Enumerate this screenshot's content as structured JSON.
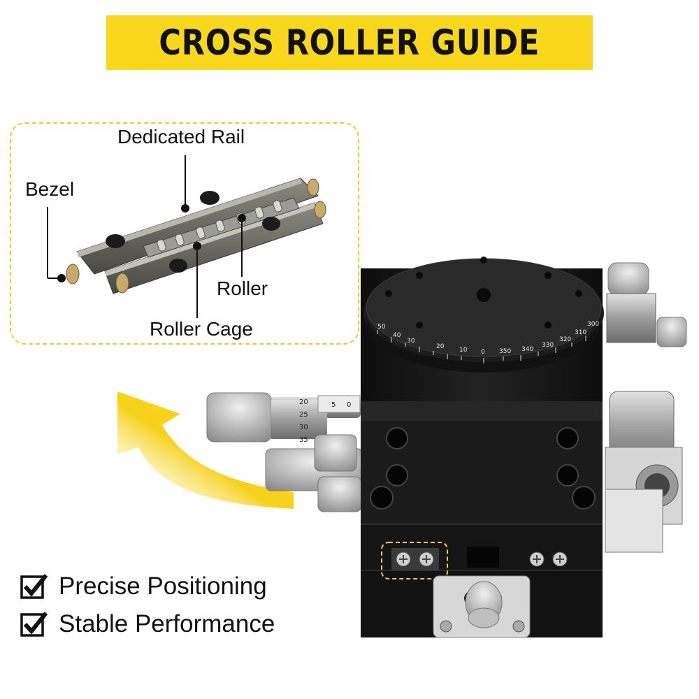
{
  "banner": {
    "title": "CROSS ROLLER GUIDE"
  },
  "callout": {
    "labels": {
      "dedicated_rail": "Dedicated Rail",
      "bezel": "Bezel",
      "roller": "Roller",
      "roller_cage": "Roller Cage"
    }
  },
  "features": [
    {
      "text": "Precise Positioning"
    },
    {
      "text": "Stable Performance"
    }
  ],
  "dial": {
    "labels": [
      "50",
      "40",
      "30",
      "20",
      "10",
      "0",
      "350",
      "340",
      "330",
      "320",
      "310",
      "300"
    ]
  },
  "micrometer": {
    "labels": [
      "20",
      "25",
      "30",
      "35",
      "0",
      "5"
    ]
  },
  "colors": {
    "banner": "#f8d71c",
    "accent_yellow": "#f3cd1a",
    "stage_black": "#151515",
    "steel": "#b9b9b9"
  }
}
